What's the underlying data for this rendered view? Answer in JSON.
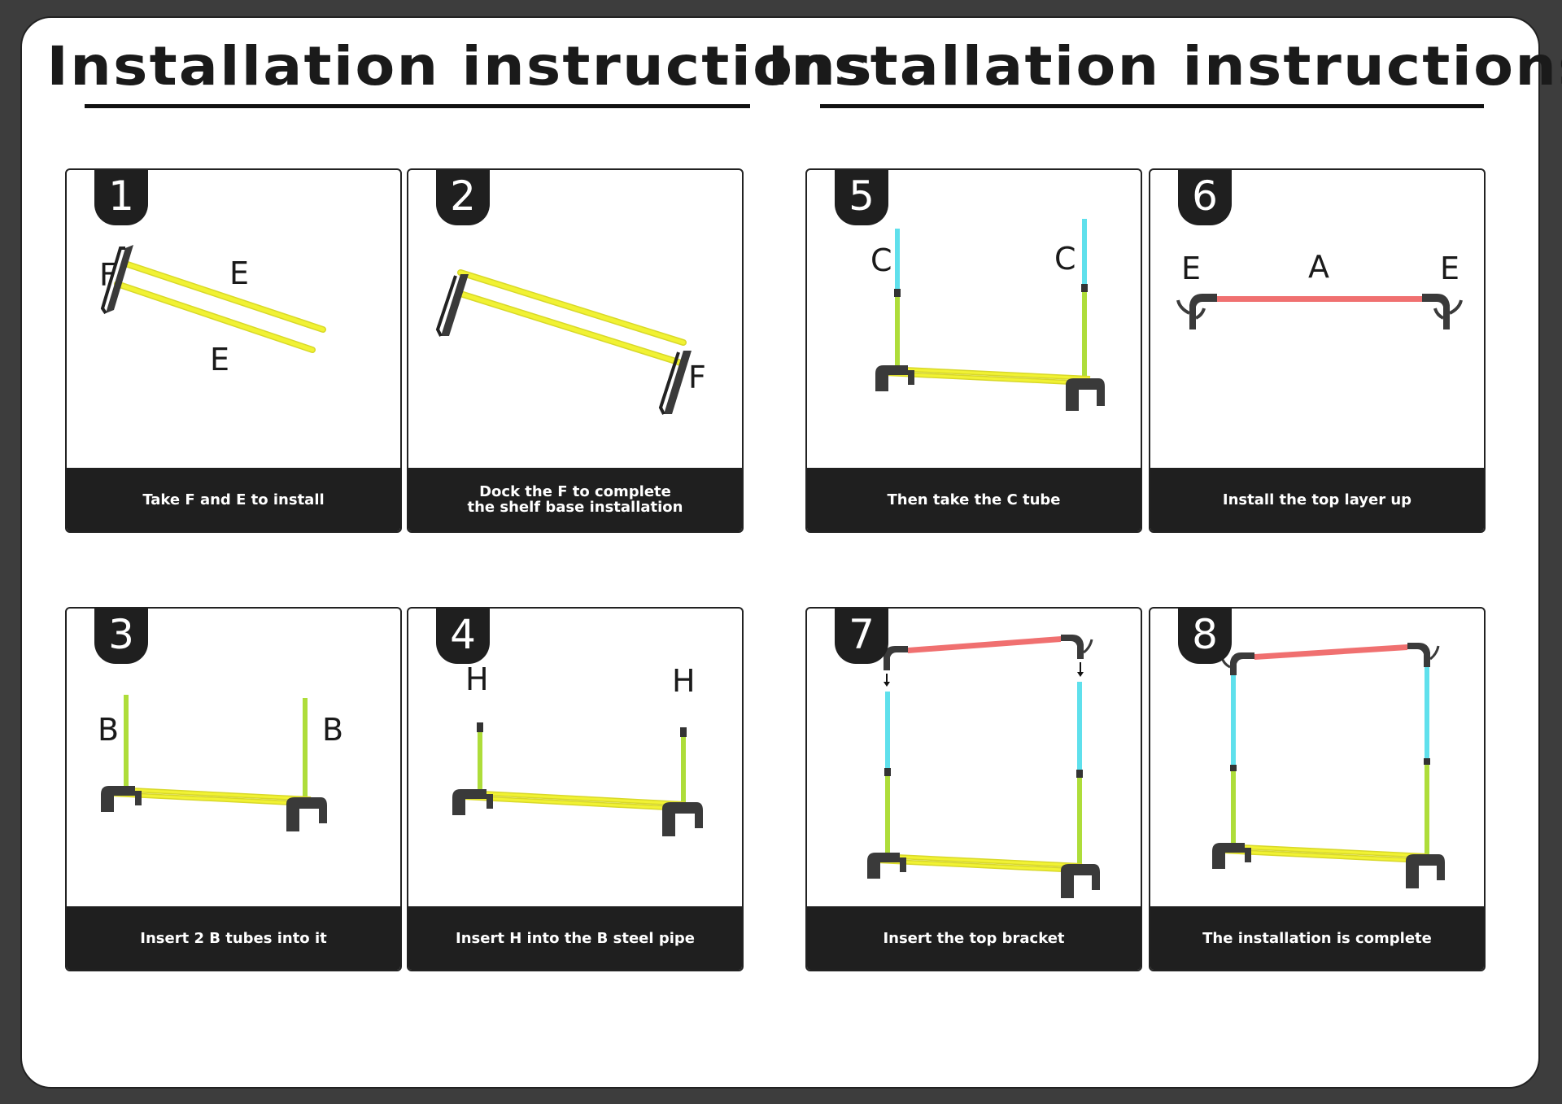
{
  "headings": {
    "left": "Installation instructions",
    "right": "Installation instructions"
  },
  "colors": {
    "base_tube": "#f1f233",
    "b_tube": "#aedd3a",
    "c_tube": "#5fe0ec",
    "top_bar": "#f07070",
    "frame": "#3a3a3a"
  },
  "steps": [
    {
      "number": "1",
      "caption": "Take F and E to install",
      "labels": [
        "F",
        "E",
        "E"
      ]
    },
    {
      "number": "2",
      "caption": "Dock the F to complete\nthe shelf base installation",
      "labels": [
        "F"
      ]
    },
    {
      "number": "5",
      "caption": "Then take the C tube",
      "labels": [
        "C",
        "C"
      ]
    },
    {
      "number": "6",
      "caption": "Install the top layer up",
      "labels": [
        "E",
        "A",
        "E"
      ]
    },
    {
      "number": "3",
      "caption": "Insert 2 B tubes into it",
      "labels": [
        "B",
        "B"
      ]
    },
    {
      "number": "4",
      "caption": "Insert H into the B steel pipe",
      "labels": [
        "H",
        "H"
      ]
    },
    {
      "number": "7",
      "caption": "Insert the top bracket",
      "labels": []
    },
    {
      "number": "8",
      "caption": "The installation is complete",
      "labels": []
    }
  ]
}
